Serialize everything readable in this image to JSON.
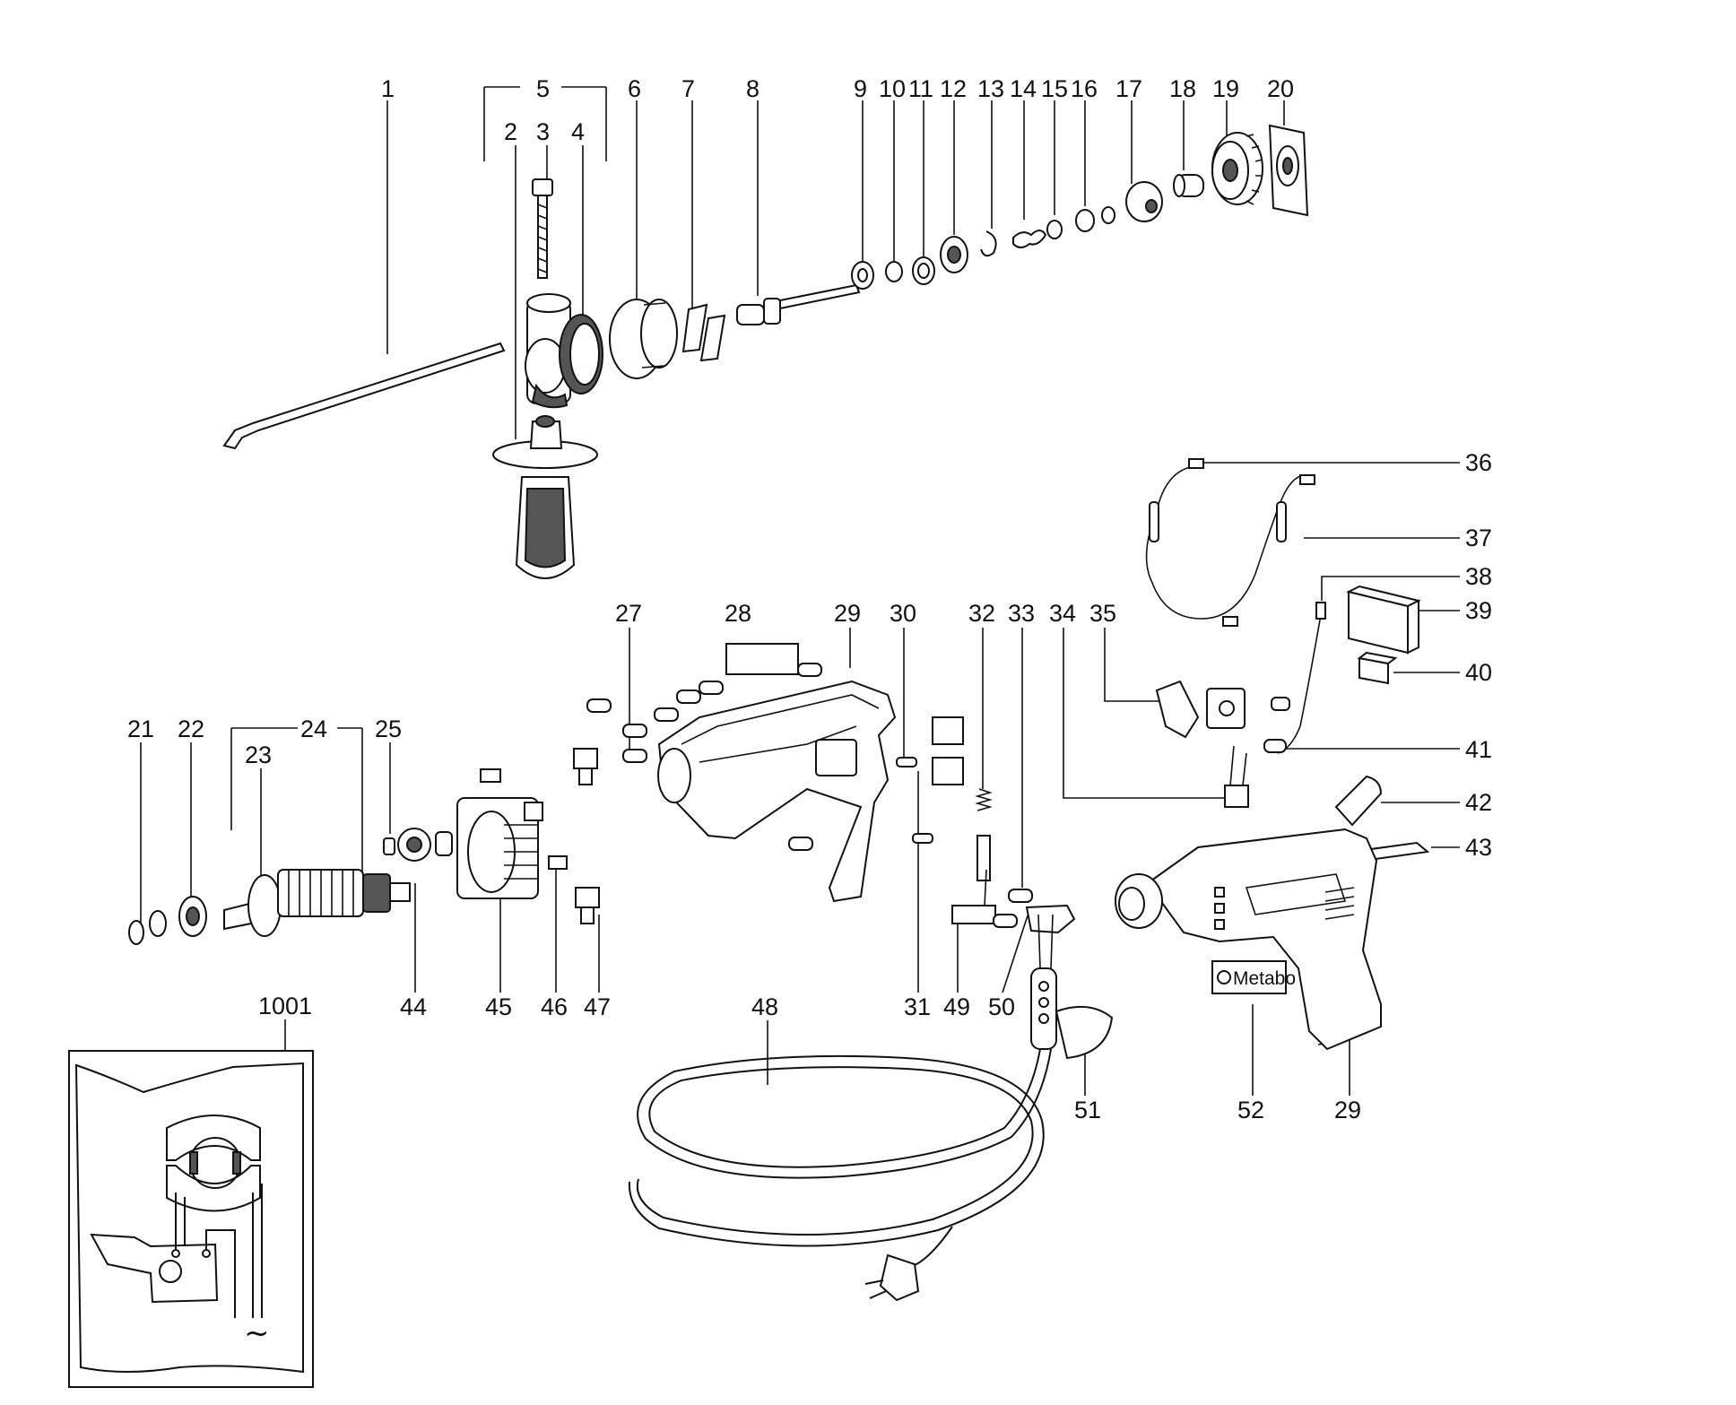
{
  "parts": [
    {
      "id": "p1",
      "label": "1"
    },
    {
      "id": "p2",
      "label": "2"
    },
    {
      "id": "p3",
      "label": "3"
    },
    {
      "id": "p4",
      "label": "4"
    },
    {
      "id": "p5",
      "label": "5"
    },
    {
      "id": "p6",
      "label": "6"
    },
    {
      "id": "p7",
      "label": "7"
    },
    {
      "id": "p8",
      "label": "8"
    },
    {
      "id": "p9",
      "label": "9"
    },
    {
      "id": "p10",
      "label": "10"
    },
    {
      "id": "p11",
      "label": "11"
    },
    {
      "id": "p12",
      "label": "12"
    },
    {
      "id": "p13",
      "label": "13"
    },
    {
      "id": "p14",
      "label": "14"
    },
    {
      "id": "p15",
      "label": "15"
    },
    {
      "id": "p16",
      "label": "16"
    },
    {
      "id": "p17",
      "label": "17"
    },
    {
      "id": "p18",
      "label": "18"
    },
    {
      "id": "p19",
      "label": "19"
    },
    {
      "id": "p20",
      "label": "20"
    },
    {
      "id": "p21",
      "label": "21"
    },
    {
      "id": "p22",
      "label": "22"
    },
    {
      "id": "p23",
      "label": "23"
    },
    {
      "id": "p24",
      "label": "24"
    },
    {
      "id": "p25",
      "label": "25"
    },
    {
      "id": "p27",
      "label": "27"
    },
    {
      "id": "p28",
      "label": "28"
    },
    {
      "id": "p29a",
      "label": "29"
    },
    {
      "id": "p30",
      "label": "30"
    },
    {
      "id": "p31",
      "label": "31"
    },
    {
      "id": "p32",
      "label": "32"
    },
    {
      "id": "p33",
      "label": "33"
    },
    {
      "id": "p34",
      "label": "34"
    },
    {
      "id": "p35",
      "label": "35"
    },
    {
      "id": "p36",
      "label": "36"
    },
    {
      "id": "p37",
      "label": "37"
    },
    {
      "id": "p38",
      "label": "38"
    },
    {
      "id": "p39",
      "label": "39"
    },
    {
      "id": "p40",
      "label": "40"
    },
    {
      "id": "p41",
      "label": "41"
    },
    {
      "id": "p42",
      "label": "42"
    },
    {
      "id": "p43",
      "label": "43"
    },
    {
      "id": "p44",
      "label": "44"
    },
    {
      "id": "p45",
      "label": "45"
    },
    {
      "id": "p46",
      "label": "46"
    },
    {
      "id": "p47",
      "label": "47"
    },
    {
      "id": "p48",
      "label": "48"
    },
    {
      "id": "p49",
      "label": "49"
    },
    {
      "id": "p50",
      "label": "50"
    },
    {
      "id": "p51",
      "label": "51"
    },
    {
      "id": "p52",
      "label": "52"
    },
    {
      "id": "p29b",
      "label": "29"
    },
    {
      "id": "p1001",
      "label": "1001"
    }
  ],
  "logo_text": "Metabo",
  "ac_symbol": "~"
}
